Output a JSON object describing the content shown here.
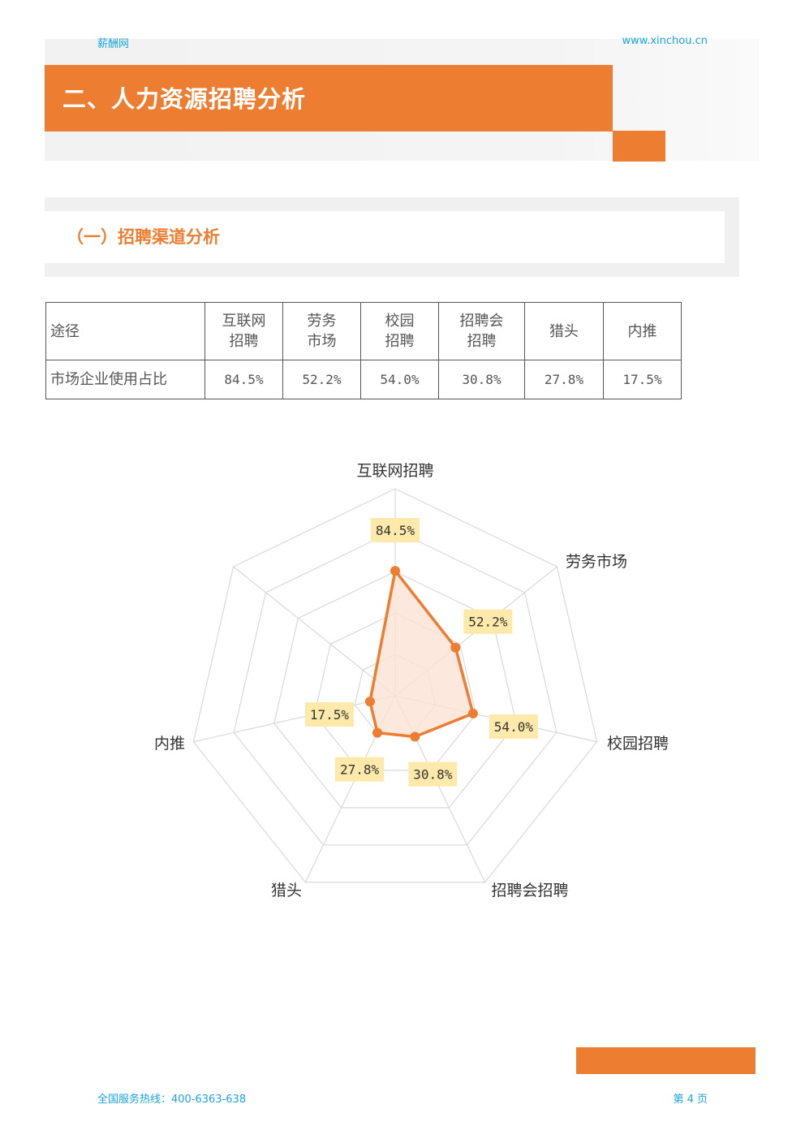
{
  "header": {
    "site_name": "薪酬网",
    "site_url": "www.xinchou.cn",
    "title": "二、人力资源招聘分析"
  },
  "section": {
    "title": "（一）招聘渠道分析"
  },
  "table": {
    "header_label": "途径",
    "row_label": "市场企业使用占比",
    "channels": [
      {
        "line1": "互联网",
        "line2": "招聘",
        "value": "84.5%"
      },
      {
        "line1": "劳务",
        "line2": "市场",
        "value": "52.2%"
      },
      {
        "line1": "校园",
        "line2": "招聘",
        "value": "54.0%"
      },
      {
        "line1": "招聘会",
        "line2": "招聘",
        "value": "30.8%"
      },
      {
        "line1": "猎头",
        "line2": "",
        "value": "27.8%"
      },
      {
        "line1": "内推",
        "line2": "",
        "value": "17.5%"
      }
    ]
  },
  "chart_data": {
    "type": "radar",
    "categories": [
      "互联网招聘",
      "劳务市场",
      "校园招聘",
      "招聘会招聘",
      "猎头",
      "内推"
    ],
    "values": [
      84.5,
      52.2,
      54.0,
      30.8,
      27.8,
      17.5
    ],
    "data_labels": [
      "84.5%",
      "52.2%",
      "54.0%",
      "30.8%",
      "27.8%",
      "17.5%"
    ],
    "range": [
      0,
      140
    ],
    "rings": 5,
    "colors": {
      "line": "#ed7d31",
      "fill": "#fbe2d3",
      "label_bg": "#fde9a9",
      "grid": "#d9d9d9"
    }
  },
  "footer": {
    "hotline": "全国服务热线：400-6363-638",
    "page": "第 4 页"
  }
}
